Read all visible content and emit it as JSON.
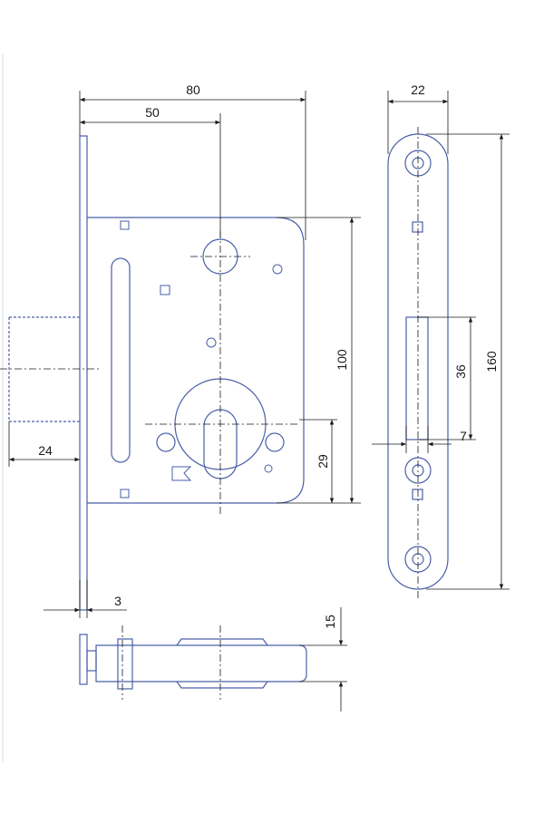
{
  "dimensions": {
    "total_width": "80",
    "backset": "50",
    "case_height": "100",
    "cylinder_offset": "29",
    "bolt_throw": "24",
    "faceplate_thickness": "3",
    "strike_width": "22",
    "strike_length": "160",
    "strike_opening": "36",
    "strike_depth": "7",
    "case_depth": "15"
  },
  "colors": {
    "outline": "#4a5fa8",
    "dimension": "#1a1a1a",
    "background": "#ffffff"
  }
}
